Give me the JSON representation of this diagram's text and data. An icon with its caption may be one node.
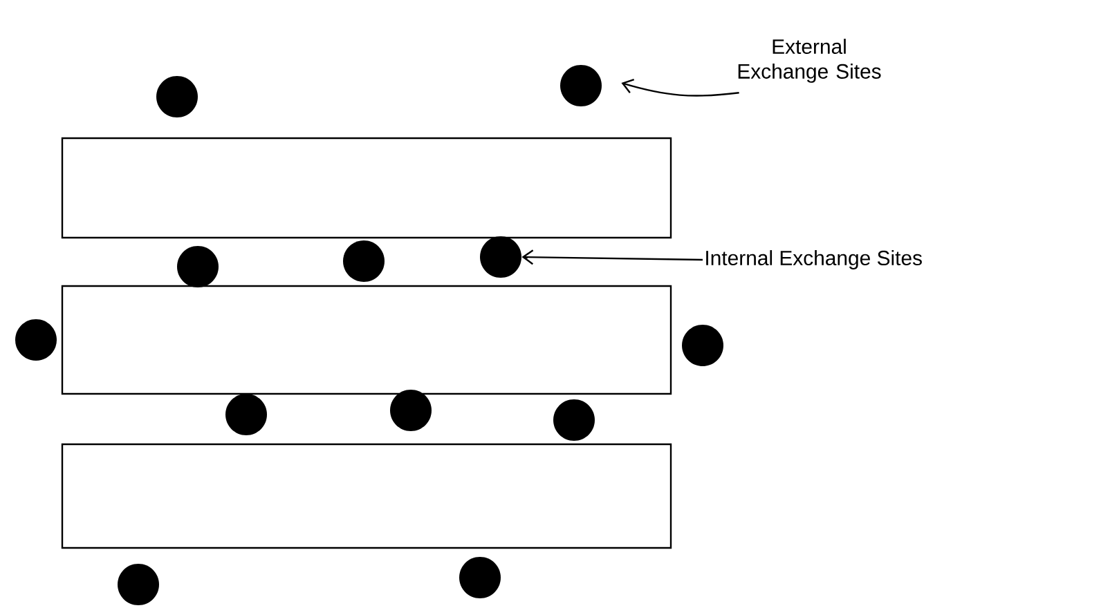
{
  "diagram": {
    "nodes": [
      {
        "text": [],
        "shape": "circle"
      },
      {
        "text": [],
        "shape": "circle"
      },
      {
        "text": [
          "External Exchange Sites"
        ]
      },
      {
        "text": [],
        "shape": "box"
      },
      {
        "text": [],
        "shape": "circle"
      },
      {
        "text": [],
        "shape": "circle"
      },
      {
        "text": [],
        "shape": "circle"
      },
      {
        "text": [
          "Internal Exchange Sites"
        ]
      },
      {
        "text": [],
        "shape": "box"
      },
      {
        "text": [],
        "shape": "circle"
      },
      {
        "text": [],
        "shape": "circle"
      },
      {
        "text": [],
        "shape": "circle"
      },
      {
        "text": [],
        "shape": "circle"
      },
      {
        "text": [],
        "shape": "circle"
      },
      {
        "text": [],
        "shape": "box"
      },
      {
        "text": [],
        "shape": "circle"
      },
      {
        "text": [],
        "shape": "circle"
      }
    ],
    "edges": [
      {
        "from": 2,
        "to": 1,
        "arrow": "to"
      },
      {
        "from": 7,
        "to": 6,
        "arrow": "to"
      }
    ]
  }
}
